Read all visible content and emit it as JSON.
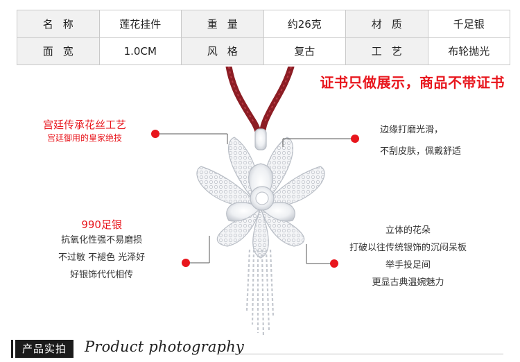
{
  "specs": {
    "rows": [
      [
        {
          "label": "名称",
          "value": "莲花挂件"
        },
        {
          "label": "重量",
          "value": "约26克"
        },
        {
          "label": "材质",
          "value": "千足银"
        }
      ],
      [
        {
          "label": "面宽",
          "value": "1.0CM"
        },
        {
          "label": "风格",
          "value": "复古"
        },
        {
          "label": "工艺",
          "value": "布轮抛光"
        }
      ]
    ]
  },
  "notice": "证书只做展示，商品不带证书",
  "callouts": {
    "top_left": {
      "title": "宫廷传承花丝工艺",
      "subtitle": "宫廷御用的皇家绝技"
    },
    "mid_left": {
      "title": "990足银",
      "lines": [
        "抗氧化性强不易磨损",
        "不过敏 不褪色 光泽好",
        "好银饰代代相传"
      ]
    },
    "top_right": {
      "lines": [
        "边缘打磨光滑，",
        "不刮皮肤，佩戴舒适"
      ]
    },
    "mid_right": {
      "lines": [
        "立体的花朵",
        "打破以往传统银饰的沉闷呆板",
        "举手投足间",
        "更显古典温婉魅力"
      ]
    }
  },
  "footer": {
    "tab_label": "产品实拍",
    "script_text": "Product photography"
  },
  "colors": {
    "accent_red": "#e8161d",
    "cord_red": "#8c1d24",
    "silver": "#e6e8ec"
  }
}
